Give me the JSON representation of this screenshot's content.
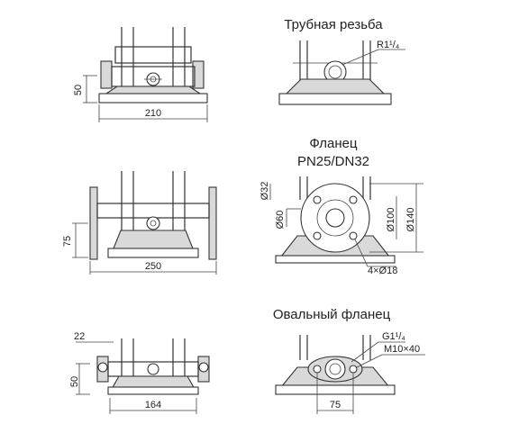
{
  "sections": [
    {
      "title": "Трубная резьба",
      "thread": "R1¹/₄",
      "dim_height": "50",
      "dim_width": "210"
    },
    {
      "title_line1": "Фланец",
      "title_line2": "PN25/DN32",
      "dim_height": "75",
      "dim_width": "250",
      "dia_inner": "Ø32",
      "dia_60": "Ø60",
      "dia_100": "Ø100",
      "dia_140": "Ø140",
      "holes": "4×Ø18"
    },
    {
      "title": "Овальный фланец",
      "thread": "G1¹/₄",
      "bolt": "M10×40",
      "dim_top": "22",
      "dim_height": "50",
      "dim_width": "164",
      "dim_bolt": "75"
    }
  ]
}
